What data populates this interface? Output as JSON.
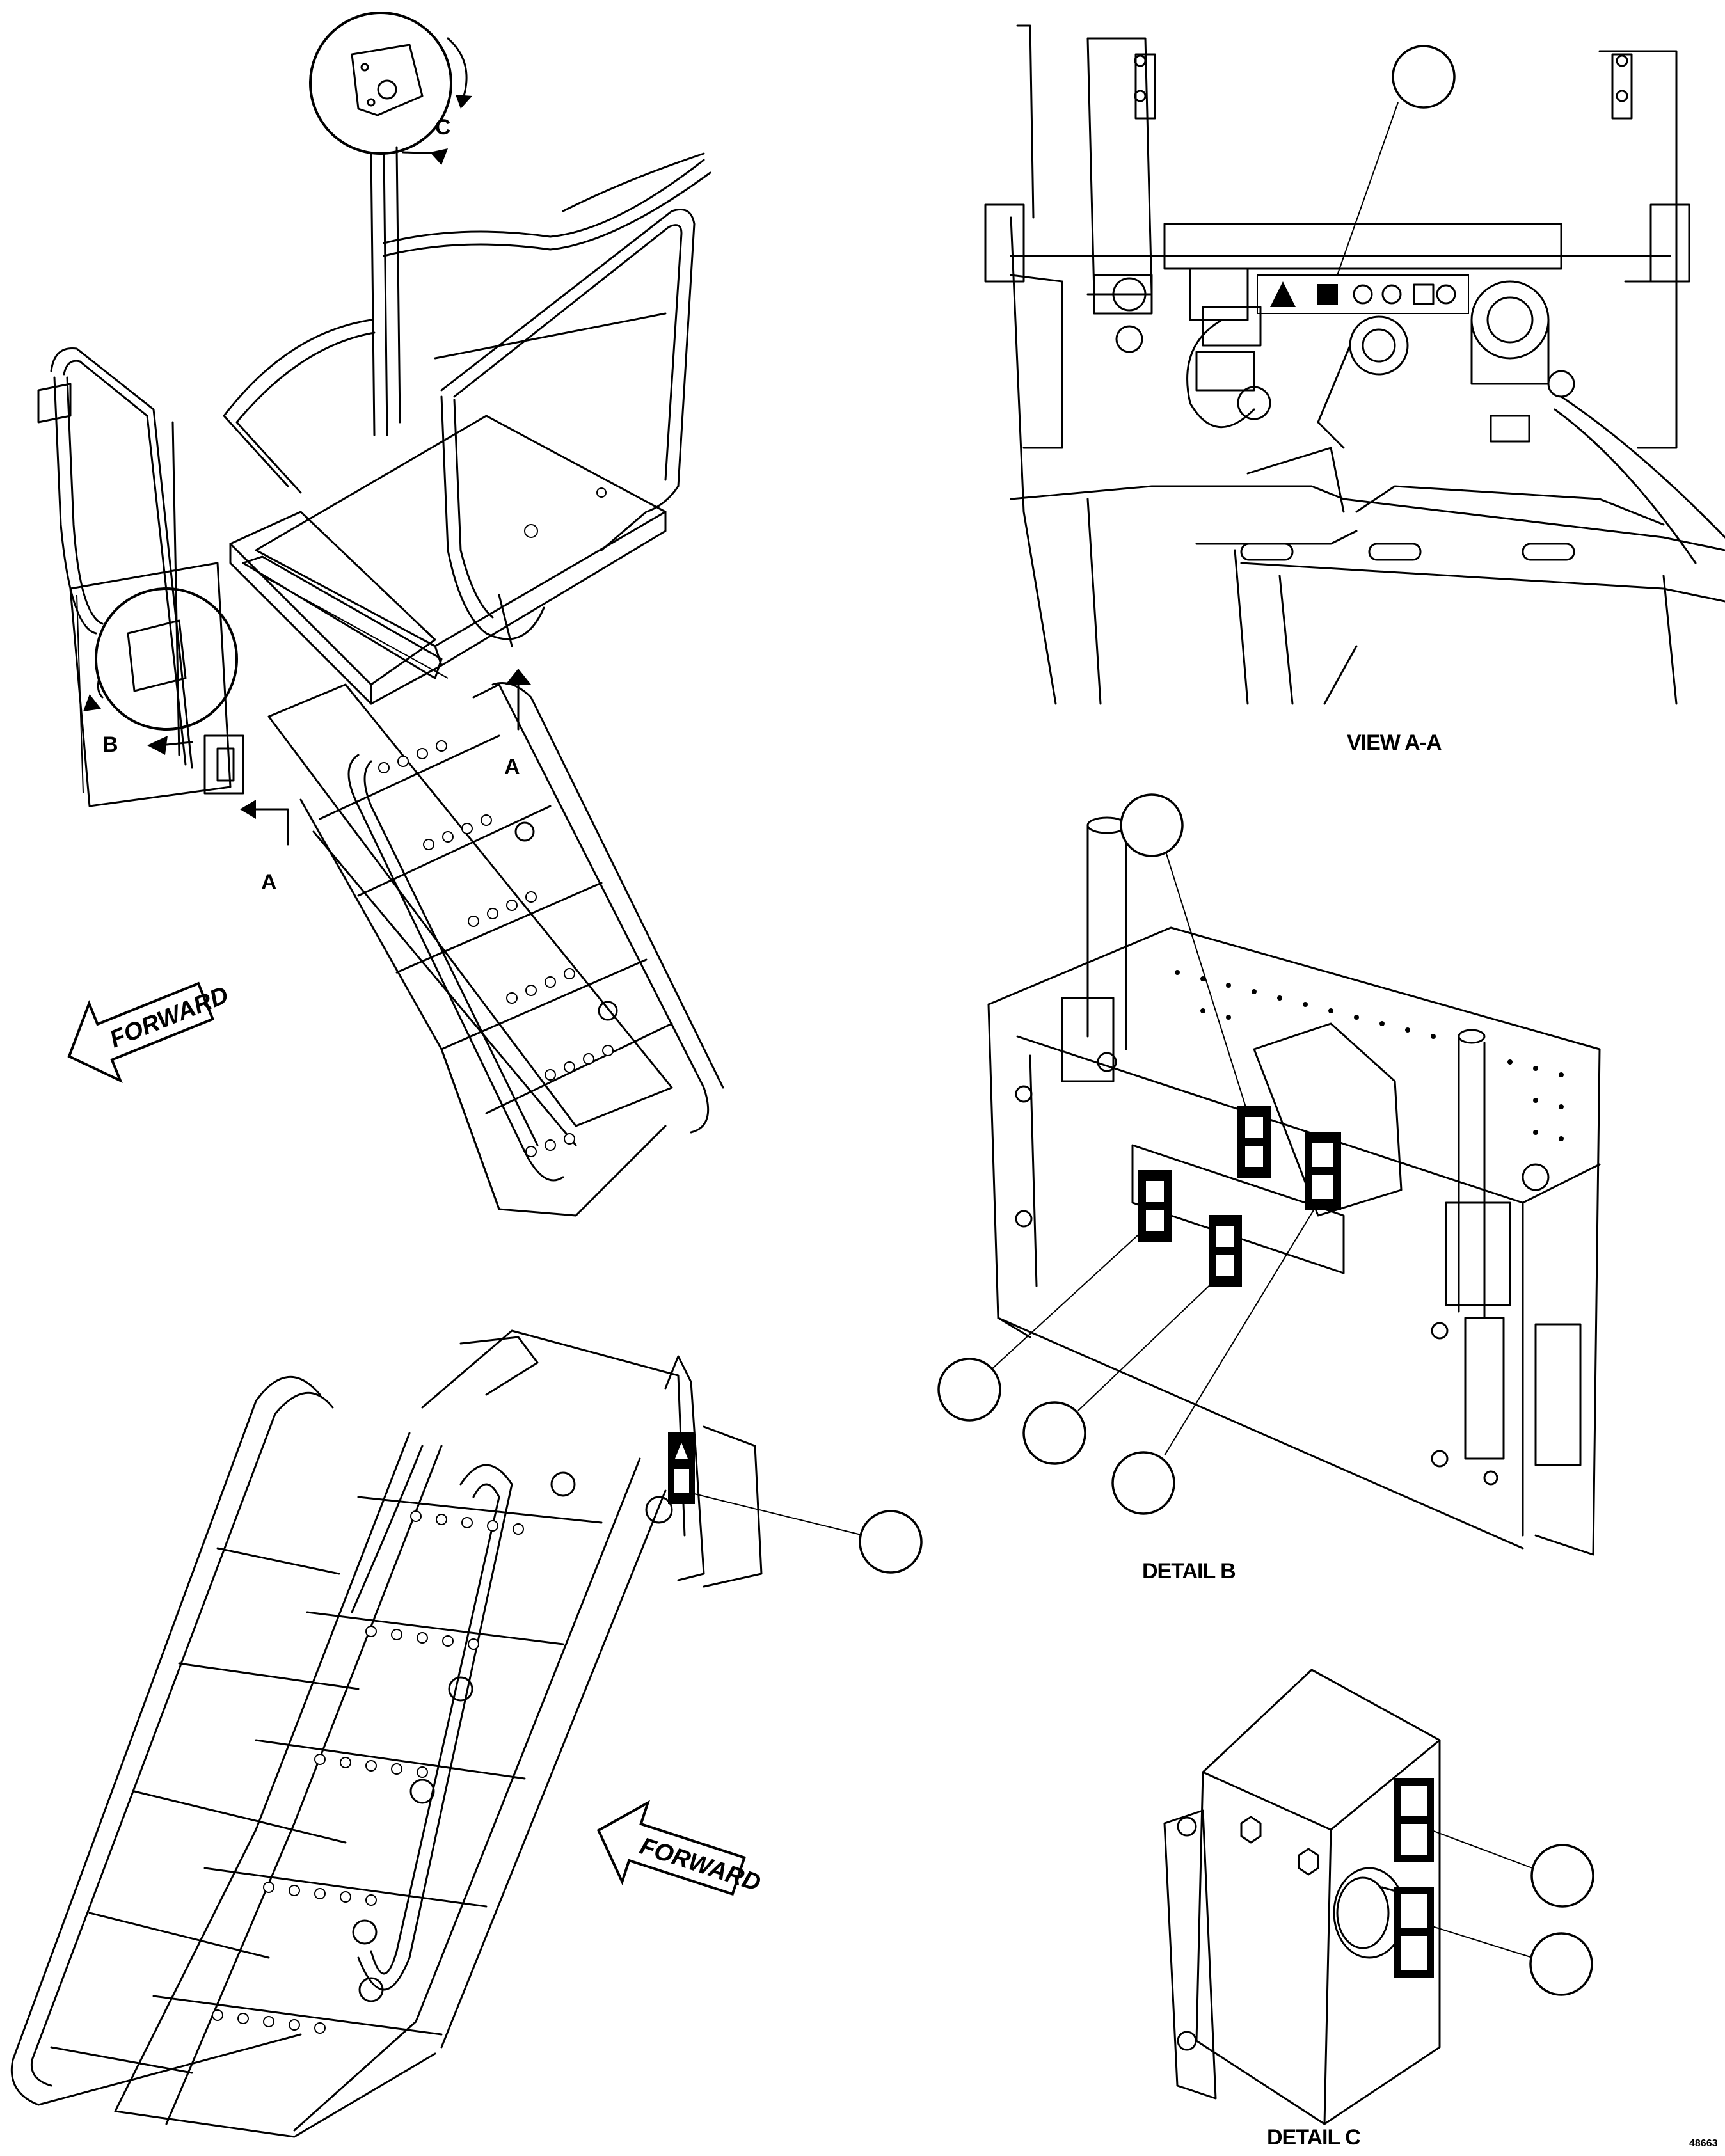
{
  "figure": {
    "section_labels": {
      "view_a": "VIEW A-A",
      "detail_b": "DETAIL B",
      "detail_c": "DETAIL C"
    },
    "view_markers": {
      "a_left": "A",
      "a_right": "A",
      "b": "B",
      "c": "C"
    },
    "direction_arrows": {
      "upper": "FORWARD",
      "lower": "FORWARD"
    },
    "figure_number": "48663",
    "callouts": {
      "count_view_a": 1,
      "count_detail_b": 4,
      "count_detail_c": 2,
      "count_ladder": 1
    }
  }
}
